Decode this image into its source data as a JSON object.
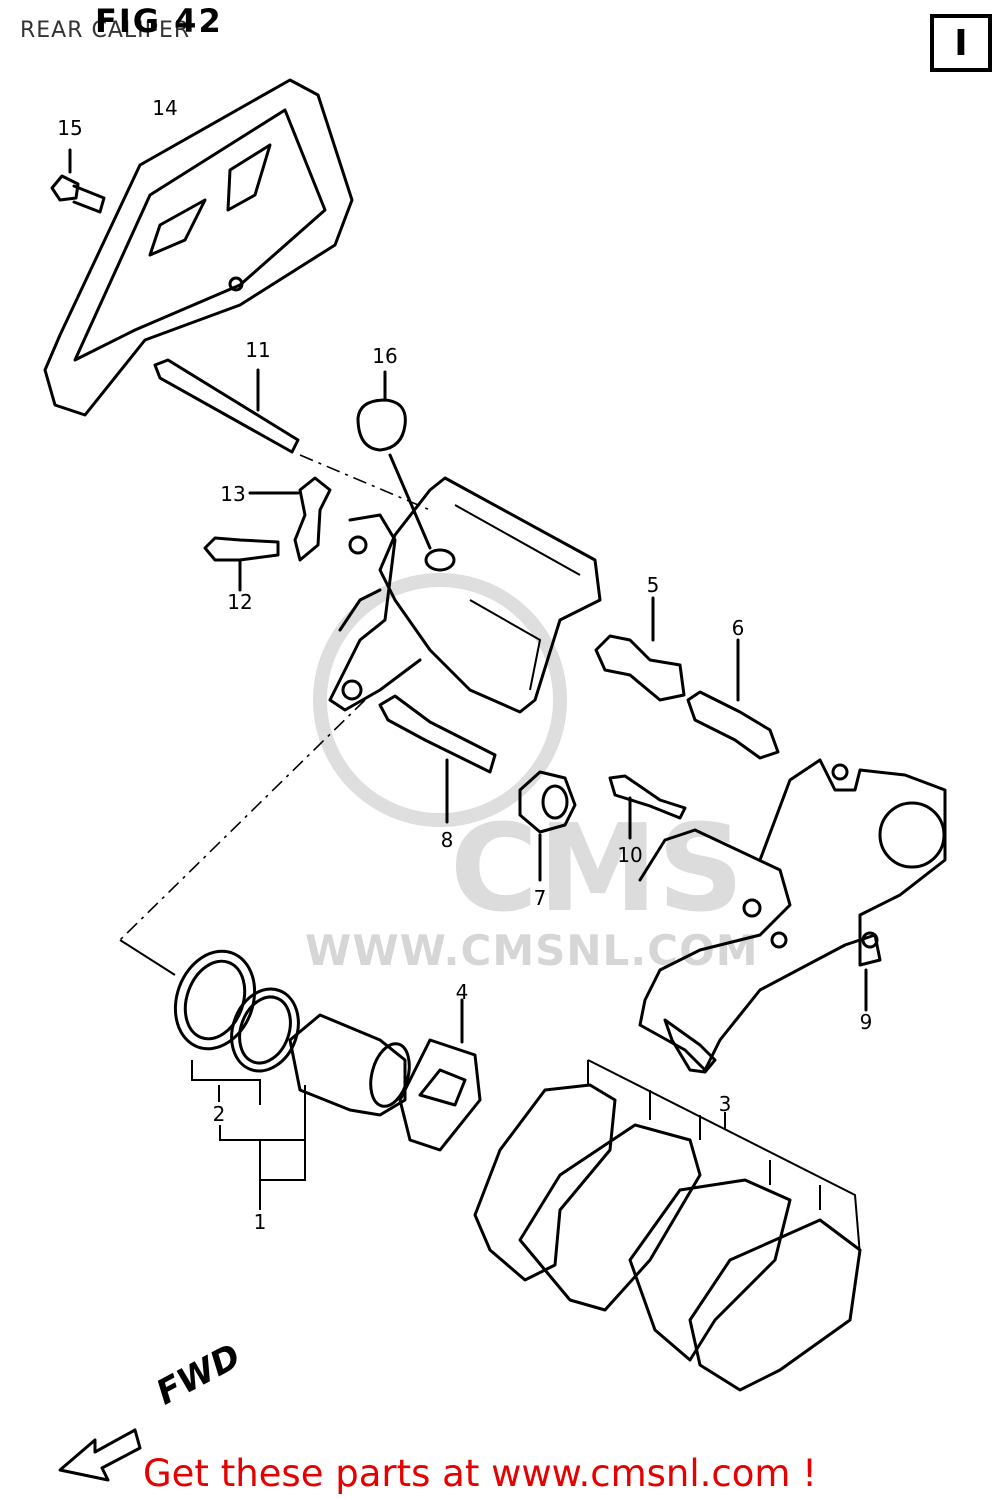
{
  "header": {
    "fig_title": "FIG 42",
    "subtitle": "REAR CALIPER",
    "section_mark": "I"
  },
  "callouts": {
    "c1": "1",
    "c2": "2",
    "c3": "3",
    "c4": "4",
    "c5": "5",
    "c6": "6",
    "c7": "7",
    "c8": "8",
    "c9": "9",
    "c10": "10",
    "c11": "11",
    "c12": "12",
    "c13": "13",
    "c14": "14",
    "c15": "15",
    "c16": "16"
  },
  "direction": {
    "label": "FWD"
  },
  "watermark": {
    "logo": "CMS",
    "url": "WWW.CMSNL.COM"
  },
  "promo": {
    "text": "Get these parts at www.cmsnl.com !"
  },
  "colors": {
    "promo": "#e60000",
    "line": "#000000",
    "watermark": "#d6d6d6"
  }
}
